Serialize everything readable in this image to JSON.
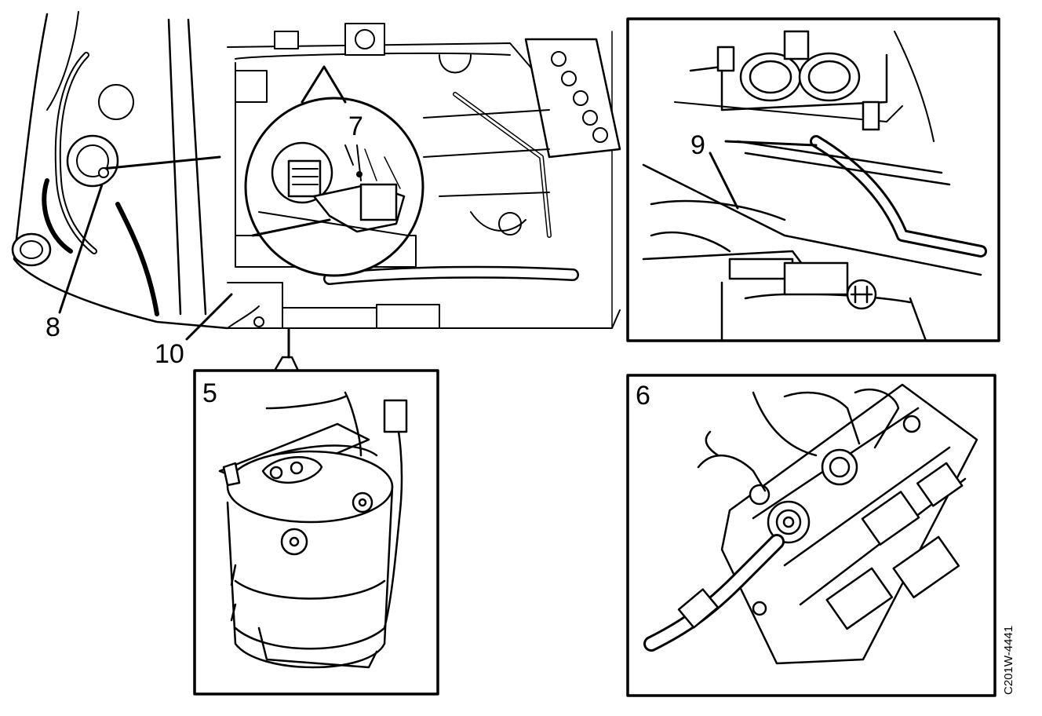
{
  "callouts": {
    "n5": "5",
    "n6": "6",
    "n7": "7",
    "n8": "8",
    "n9": "9",
    "n10": "10"
  },
  "figure_code": "C201W-4441"
}
